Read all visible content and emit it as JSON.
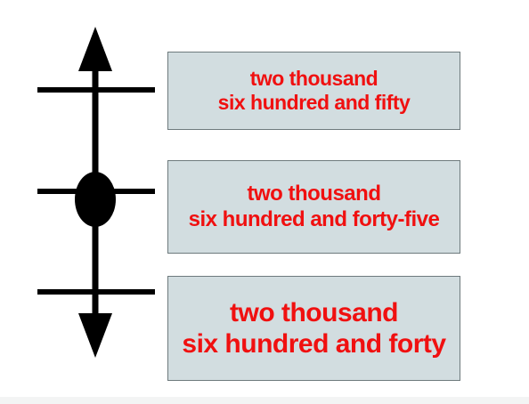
{
  "labels": [
    {
      "line1": "two thousand",
      "line2": "six hundred and fifty"
    },
    {
      "line1": "two thousand",
      "line2": "six hundred and forty-five"
    },
    {
      "line1": "two thousand",
      "line2": "six hundred and forty"
    }
  ],
  "colors": {
    "label_text": "#f01010",
    "box_fill": "#d2dde0",
    "box_border": "#6e7a7d",
    "line": "#000000"
  },
  "marker": {
    "shape": "ellipse",
    "at_label_index": 1
  }
}
